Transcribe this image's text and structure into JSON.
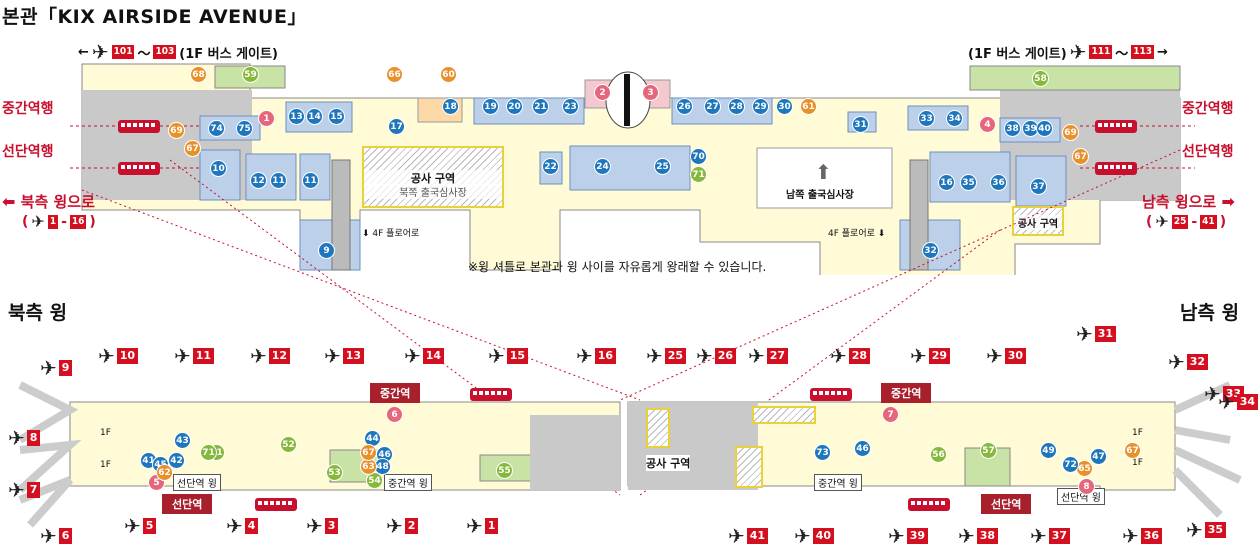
{
  "title": "본관「KIX AIRSIDE AVENUE」",
  "bus_gate_left": "(1F 버스 게이트)",
  "bus_gate_right": "(1F 버스 게이트)",
  "gate_range_left": {
    "from": "101",
    "sep": "〜",
    "to": "103"
  },
  "gate_range_right": {
    "from": "111",
    "sep": "〜",
    "to": "113"
  },
  "side_labels": {
    "middle_station": "중간역행",
    "end_station": "선단역행"
  },
  "wing_links": {
    "north": {
      "label": "북측 윙으로",
      "from": "1",
      "to": "16",
      "dash": "-"
    },
    "south": {
      "label": "남측 윙으로",
      "from": "25",
      "to": "41",
      "dash": "-"
    }
  },
  "zones": {
    "construction": "공사 구역",
    "construction_sub": "북쪽 출국심사장",
    "south_immigration": "남쪽 출국심사장",
    "construction_south": "공사 구역",
    "floor4_left": "4F 플로어로",
    "floor4_right": "4F 플로어로"
  },
  "note": "※윙 셔틀로 본관과 윙 사이를 자유롭게 왕래할 수 있습니다.",
  "wings": {
    "north": "북측 윙",
    "south": "남측 윙"
  },
  "stations": {
    "middle": "중간역",
    "end": "선단역",
    "end_wing": "선단역 윙",
    "middle_wing": "중간역 윙",
    "construction_wing": "공사 구역"
  },
  "floor_markers": {
    "f1": "1F"
  },
  "main_shops": [
    {
      "n": "1",
      "c": "pink"
    },
    {
      "n": "2",
      "c": "pink"
    },
    {
      "n": "3",
      "c": "pink"
    },
    {
      "n": "4",
      "c": "pink"
    },
    {
      "n": "9",
      "c": "blue"
    },
    {
      "n": "10",
      "c": "blue"
    },
    {
      "n": "11",
      "c": "blue"
    },
    {
      "n": "11",
      "c": "blue"
    },
    {
      "n": "12",
      "c": "blue"
    },
    {
      "n": "13",
      "c": "blue"
    },
    {
      "n": "14",
      "c": "blue"
    },
    {
      "n": "15",
      "c": "blue"
    },
    {
      "n": "16",
      "c": "blue"
    },
    {
      "n": "17",
      "c": "blue"
    },
    {
      "n": "18",
      "c": "blue"
    },
    {
      "n": "19",
      "c": "blue"
    },
    {
      "n": "20",
      "c": "blue"
    },
    {
      "n": "21",
      "c": "blue"
    },
    {
      "n": "22",
      "c": "blue"
    },
    {
      "n": "23",
      "c": "blue"
    },
    {
      "n": "24",
      "c": "blue"
    },
    {
      "n": "25",
      "c": "blue"
    },
    {
      "n": "26",
      "c": "blue"
    },
    {
      "n": "27",
      "c": "blue"
    },
    {
      "n": "28",
      "c": "blue"
    },
    {
      "n": "29",
      "c": "blue"
    },
    {
      "n": "30",
      "c": "blue"
    },
    {
      "n": "31",
      "c": "blue"
    },
    {
      "n": "32",
      "c": "blue"
    },
    {
      "n": "33",
      "c": "blue"
    },
    {
      "n": "34",
      "c": "blue"
    },
    {
      "n": "35",
      "c": "blue"
    },
    {
      "n": "36",
      "c": "blue"
    },
    {
      "n": "37",
      "c": "blue"
    },
    {
      "n": "38",
      "c": "blue"
    },
    {
      "n": "39",
      "c": "blue"
    },
    {
      "n": "40",
      "c": "blue"
    },
    {
      "n": "58",
      "c": "green"
    },
    {
      "n": "59",
      "c": "green"
    },
    {
      "n": "60",
      "c": "orange"
    },
    {
      "n": "61",
      "c": "orange"
    },
    {
      "n": "66",
      "c": "orange"
    },
    {
      "n": "67",
      "c": "orange"
    },
    {
      "n": "67",
      "c": "orange"
    },
    {
      "n": "68",
      "c": "orange"
    },
    {
      "n": "69",
      "c": "orange"
    },
    {
      "n": "69",
      "c": "orange"
    },
    {
      "n": "70",
      "c": "blue"
    },
    {
      "n": "71",
      "c": "green"
    },
    {
      "n": "74",
      "c": "blue"
    },
    {
      "n": "75",
      "c": "blue"
    }
  ],
  "north_gates": [
    "10",
    "11",
    "12",
    "13",
    "14",
    "15",
    "16",
    "9",
    "8",
    "7",
    "6",
    "5",
    "4",
    "3",
    "2",
    "1"
  ],
  "south_gates": [
    "25",
    "26",
    "27",
    "28",
    "29",
    "30",
    "31",
    "32",
    "33",
    "34",
    "35",
    "36",
    "37",
    "38",
    "39",
    "40",
    "41"
  ],
  "north_shops": [
    "41",
    "42",
    "43",
    "44",
    "45",
    "46",
    "48",
    "5",
    "6",
    "51",
    "52",
    "53",
    "54",
    "55",
    "62",
    "63",
    "67",
    "71"
  ],
  "south_shops": [
    "46",
    "47",
    "49",
    "56",
    "57",
    "65",
    "67",
    "7",
    "8",
    "72",
    "73"
  ],
  "colors": {
    "accent_red": "#c8102e",
    "gate_red": "#d40f1f",
    "shop_blue": "#1e76bd",
    "shop_green": "#86b83a",
    "shop_orange": "#e8902a",
    "floor_yellow": "#fffbd6",
    "zone_blue": "#bcd0ea",
    "zone_grey": "#c9c9c9",
    "zone_green": "#c9e3a6"
  }
}
